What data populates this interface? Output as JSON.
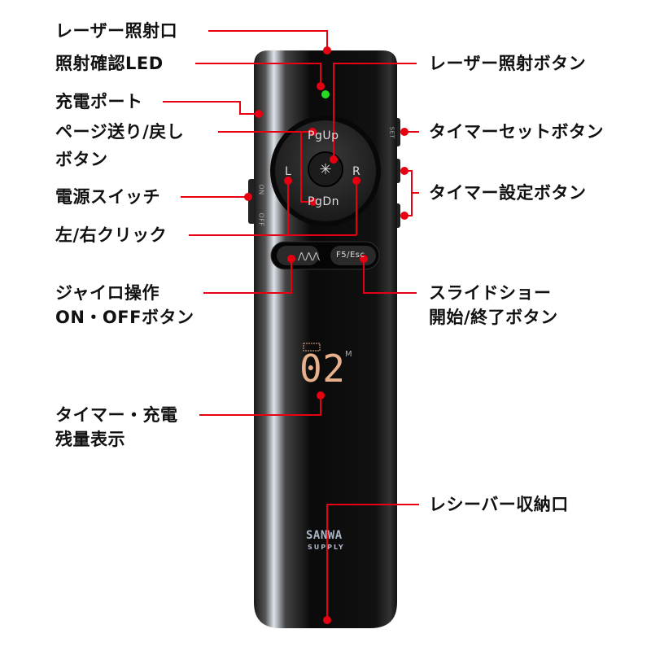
{
  "colors": {
    "callout_line": "#e60012",
    "device_body": "#0c0c0c",
    "led": "#22dd22",
    "display": "#e8b08a"
  },
  "labels": {
    "laser_port": "レーザー照射口",
    "led": "照射確認LED",
    "charge_port": "充電ポート",
    "page_button_1": "ページ送り/戻し",
    "page_button_2": "ボタン",
    "power_switch": "電源スイッチ",
    "click": "左/右クリック",
    "gyro_1": "ジャイロ操作",
    "gyro_2": "ON・OFFボタン",
    "timer_display_1": "タイマー・充電",
    "timer_display_2": "残量表示",
    "laser_button": "レーザー照射ボタン",
    "timer_set": "タイマーセットボタン",
    "timer_adjust": "タイマー設定ボタン",
    "slideshow_1": "スライドショー",
    "slideshow_2": "開始/終了ボタン",
    "receiver": "レシーバー収納口"
  },
  "device": {
    "pgup": "PgUp",
    "pgdn": "PgDn",
    "left": "L",
    "right": "R",
    "f5": "F5/Esc",
    "switch_on": "ON",
    "switch_off": "OFF",
    "set": "SET",
    "display_value": "02",
    "display_unit": "M",
    "logo_1": "SANWA",
    "logo_2": "SUPPLY"
  }
}
